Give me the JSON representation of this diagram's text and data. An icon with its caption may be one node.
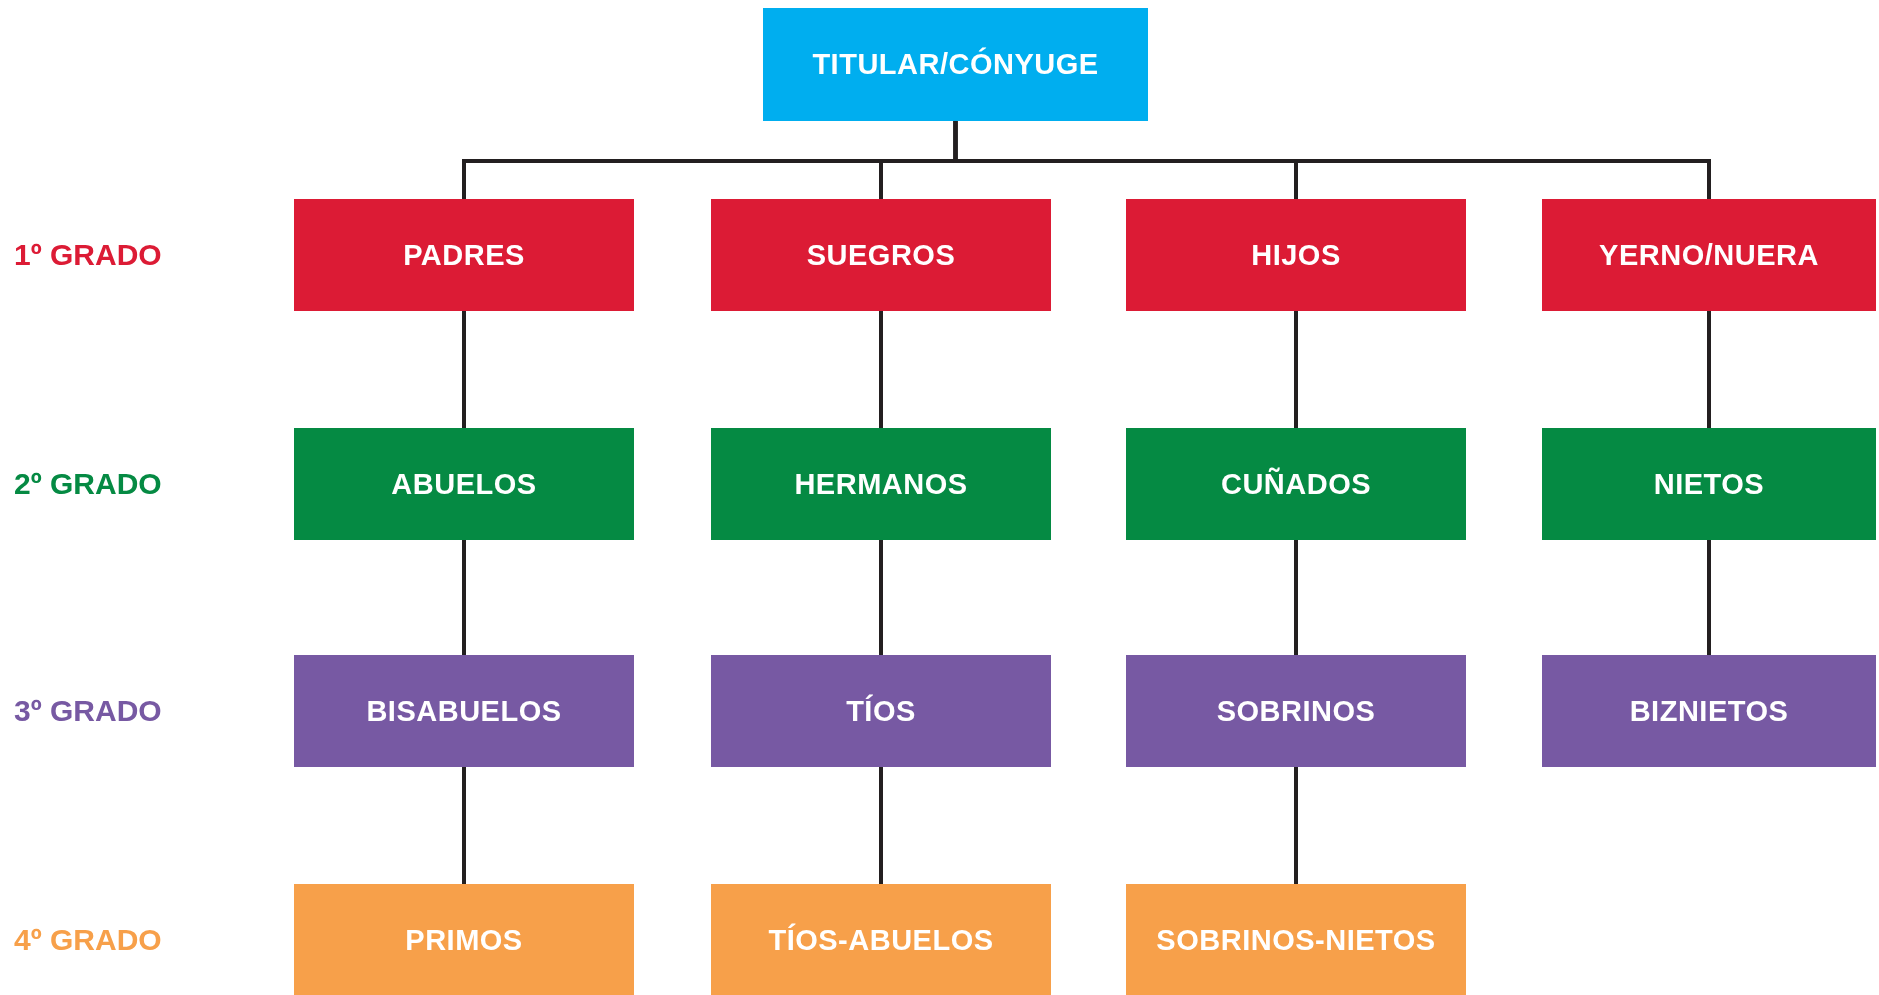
{
  "diagram": {
    "nodes": [
      {
        "text": [
          "TITULAR/CÓNYUGE"
        ]
      },
      {
        "text": [
          "PADRES"
        ]
      },
      {
        "text": [
          "SUEGROS"
        ]
      },
      {
        "text": [
          "HIJOS"
        ]
      },
      {
        "text": [
          "YERNO/NUERA"
        ]
      },
      {
        "text": [
          "ABUELOS"
        ]
      },
      {
        "text": [
          "HERMANOS"
        ]
      },
      {
        "text": [
          "CUÑADOS"
        ]
      },
      {
        "text": [
          "NIETOS"
        ]
      },
      {
        "text": [
          "BISABUELOS"
        ]
      },
      {
        "text": [
          "TÍOS"
        ]
      },
      {
        "text": [
          "SOBRINOS"
        ]
      },
      {
        "text": [
          "BIZNIETOS"
        ]
      },
      {
        "text": [
          "PRIMOS"
        ]
      },
      {
        "text": [
          "TÍOS-ABUELOS"
        ]
      },
      {
        "text": [
          "SOBRINOS-NIETOS"
        ]
      }
    ],
    "edges": [
      {
        "from": 0,
        "to": 1,
        "arrow": "none"
      },
      {
        "from": 0,
        "to": 2,
        "arrow": "none"
      },
      {
        "from": 0,
        "to": 3,
        "arrow": "none"
      },
      {
        "from": 0,
        "to": 4,
        "arrow": "none"
      },
      {
        "from": 1,
        "to": 5,
        "arrow": "none"
      },
      {
        "from": 5,
        "to": 9,
        "arrow": "none"
      },
      {
        "from": 9,
        "to": 13,
        "arrow": "none"
      },
      {
        "from": 2,
        "to": 6,
        "arrow": "none"
      },
      {
        "from": 6,
        "to": 10,
        "arrow": "none"
      },
      {
        "from": 10,
        "to": 14,
        "arrow": "none"
      },
      {
        "from": 3,
        "to": 7,
        "arrow": "none"
      },
      {
        "from": 7,
        "to": 11,
        "arrow": "none"
      },
      {
        "from": 11,
        "to": 15,
        "arrow": "none"
      },
      {
        "from": 4,
        "to": 8,
        "arrow": "none"
      },
      {
        "from": 8,
        "to": 12,
        "arrow": "none"
      }
    ],
    "labels": [
      "1º GRADO",
      "2º GRADO",
      "3º GRADO",
      "4º GRADO"
    ]
  }
}
